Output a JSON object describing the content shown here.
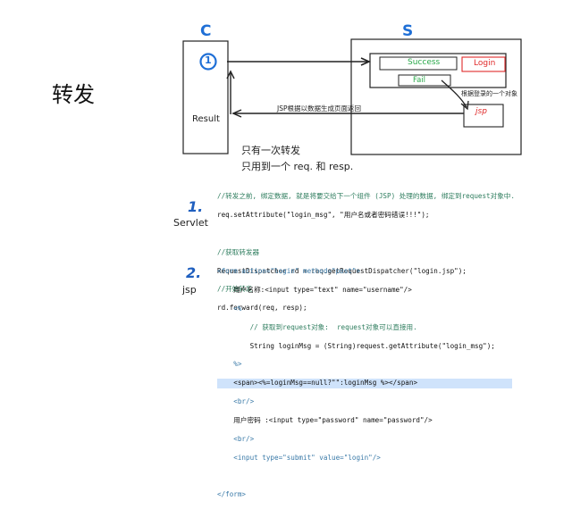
{
  "title": "转发",
  "diagram": {
    "client_label": "C",
    "server_label": "S",
    "step_marker": "1",
    "result_label": "Result",
    "success_label": "Success",
    "fail_label": "Fail",
    "login_label": "Login",
    "jsp_label": "jsp",
    "annotation_right": "根据登录的一个对象",
    "return_arrow_label": "JSP根据以数据生成页面返回",
    "note_line1": "只有一次转发",
    "note_line2": "只用到一个 req. 和 resp.",
    "colors": {
      "blue": "#1f6fd6",
      "green": "#2aa84a",
      "red": "#e02a2a"
    }
  },
  "servlet": {
    "number": "1.",
    "label": "Servlet",
    "lines": [
      "//转发之前, 绑定数据, 就是将要交给下一个组件 (JSP) 处理的数据, 绑定到request对象中.",
      "req.setAttribute(\"login_msg\", \"用户名或者密码错误!!!\");",
      "",
      "//获取转发器",
      "RequestDispatcher rd = req.getRequestDispatcher(\"login.jsp\");",
      "//开始转发",
      "rd.forward(req, resp);"
    ]
  },
  "jsp": {
    "number": "2.",
    "label": "jsp",
    "lines": [
      "<form action=\"login\" method=\"post\">",
      "    用户名称:<input type=\"text\" name=\"username\"/>",
      "    <%",
      "        // 获取到request对象:  request对象可以直接用.",
      "        String loginMsg = (String)request.getAttribute(\"login_msg\");",
      "    %>",
      "    <span><%=loginMsg==null?\"\":loginMsg %></span>",
      "    <br/>",
      "    用户密码 :<input type=\"password\" name=\"password\"/>",
      "    <br/>",
      "    <input type=\"submit\" value=\"login\"/>",
      "",
      "</form>"
    ]
  }
}
